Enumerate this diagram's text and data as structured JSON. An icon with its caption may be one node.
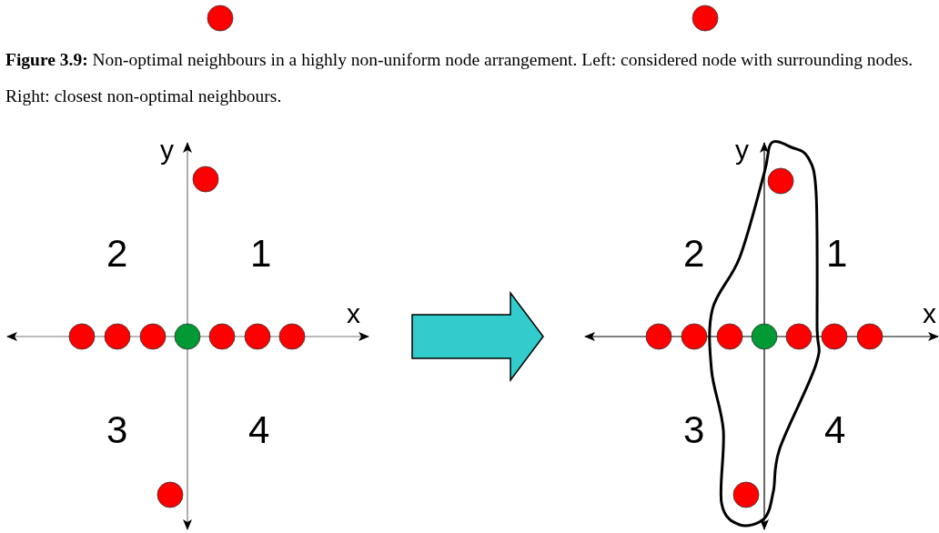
{
  "diagram": {
    "caption": "**Figure 3.9:** Non-optimal neighbours in a highly non-uniform node arrangement. Left: considered node with surrounding nodes. Right: closest non-optimal neighbours.",
    "labels": [
      "y",
      "2",
      "1",
      "x",
      "3",
      "4",
      "y",
      "2",
      "1",
      "x",
      "3",
      "4"
    ]
  }
}
